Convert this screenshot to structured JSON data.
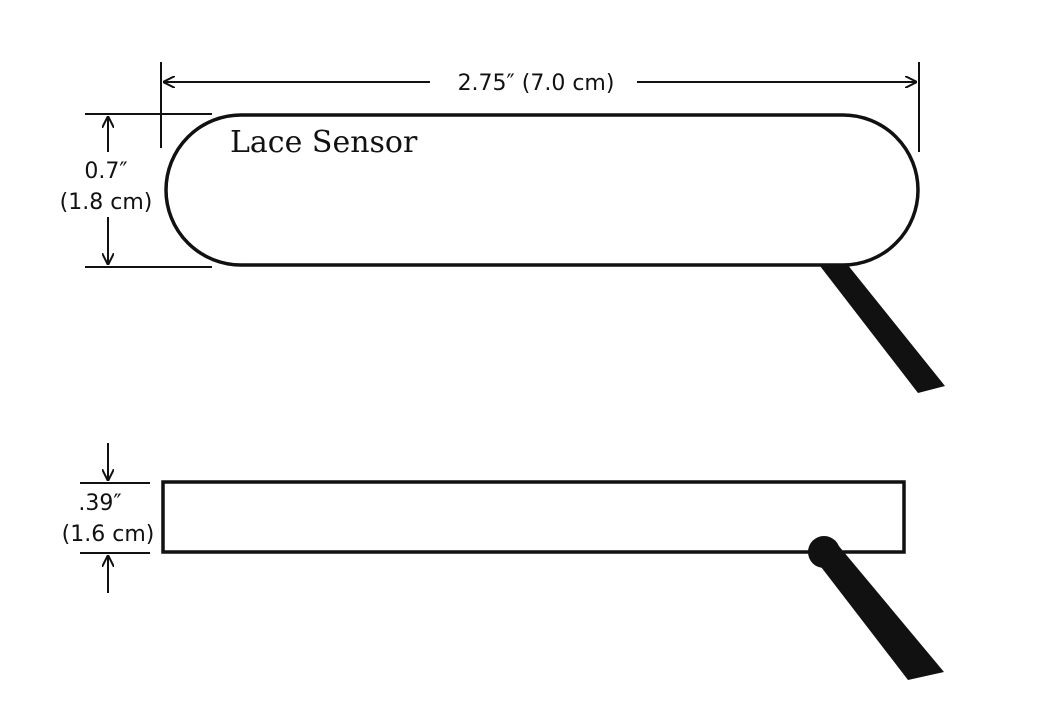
{
  "top_view": {
    "label": "Lace Sensor",
    "width_label": "2.75″ (7.0 cm)",
    "height_label_in": "0.7″",
    "height_label_cm": "(1.8 cm)"
  },
  "side_view": {
    "thickness_label_in": ".39″",
    "thickness_label_cm": "(1.6 cm)"
  },
  "colors": {
    "ink": "#111111",
    "background": "#ffffff"
  }
}
